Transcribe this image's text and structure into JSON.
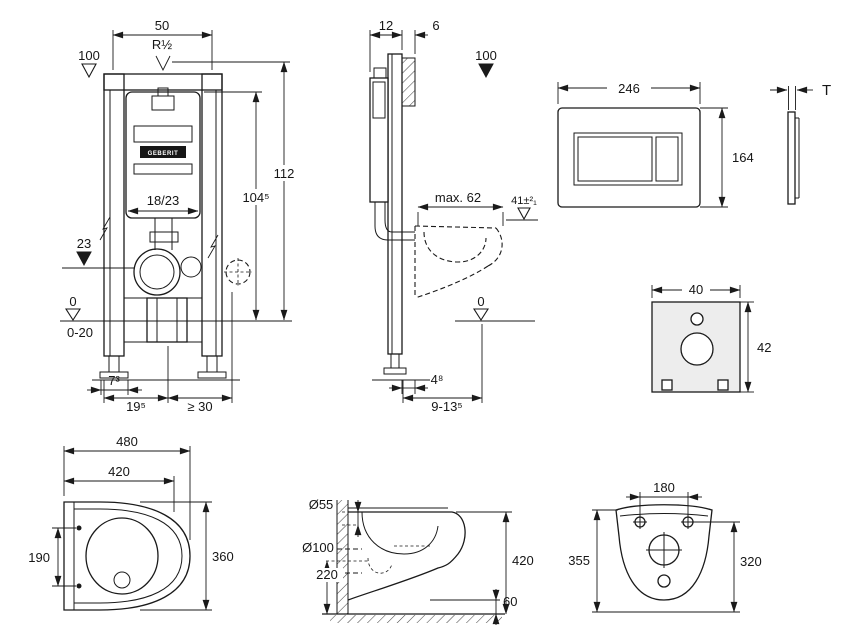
{
  "drawing": {
    "frame_front": {
      "w50": "50",
      "r_half": "R½",
      "lvl100": "100",
      "h112": "112",
      "h104_5": "104⁵",
      "d18_23": "18/23",
      "lvl23": "23",
      "lvl0": "0",
      "r0_20": "0-20",
      "d7_3": "7³",
      "d19_5": "19⁵",
      "dge30": "≥ 30",
      "brand": "GEBERIT"
    },
    "frame_side": {
      "d12": "12",
      "d6": "6",
      "lvl100": "100",
      "max62": "max. 62",
      "seat41": "41±²₁",
      "lvl0": "0",
      "d4_8": "4⁸",
      "d9_13_5": "9-13⁵"
    },
    "flush_plate": {
      "w246": "246",
      "h164": "164",
      "t": "T"
    },
    "insulation_mat": {
      "w40": "40",
      "h42": "42"
    },
    "wc_top": {
      "l480": "480",
      "l420": "420",
      "h190": "190",
      "w360": "360"
    },
    "wc_side": {
      "o55": "Ø55",
      "o100": "Ø100",
      "h220": "220",
      "h420": "420",
      "g60": "60"
    },
    "wc_rear": {
      "w180": "180",
      "h355": "355",
      "h320": "320"
    }
  }
}
